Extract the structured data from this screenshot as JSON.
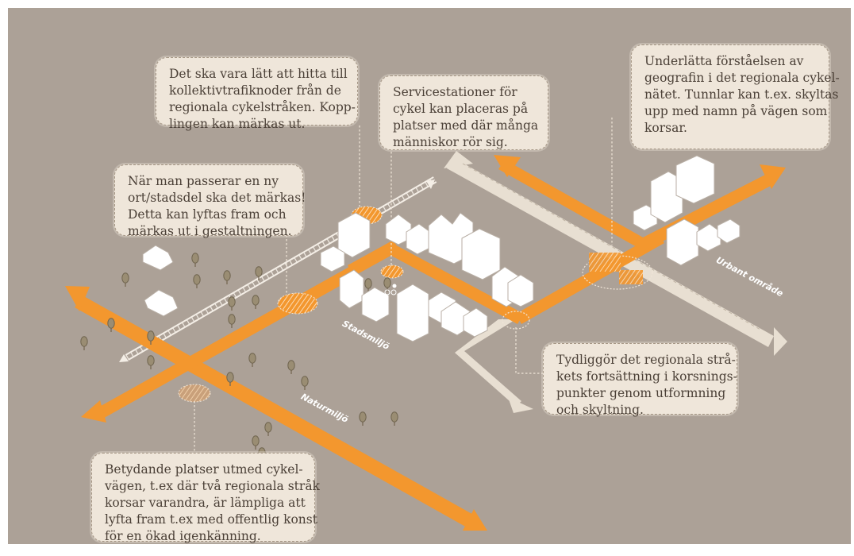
{
  "colors": {
    "background": "#aca197",
    "route": "#f3972e",
    "secondary_route": "#e8dfd2",
    "railway": "#f4eee6",
    "building": "#ffffff",
    "tree": "#8c7f66",
    "callout_fill": "#efe6da",
    "callout_text": "#4b4037"
  },
  "icons": [
    "tree-icon",
    "building-icon",
    "cyclist-icon",
    "arrowhead-icon"
  ],
  "callouts": {
    "kollektivtrafik": [
      "Det ska vara lätt att hitta till",
      "kollektivtrafiknoder från de",
      "regionala cykelstråken. Kopp-",
      "lingen kan märkas ut."
    ],
    "servicestationer": [
      "Servicestationer för",
      "cykel kan placeras på",
      "platser med där många",
      "människor rör sig."
    ],
    "geografi": [
      "Underlätta förståelsen av",
      "geografin i det regionala cykel-",
      "nätet. Tunnlar kan t.ex. skyltas",
      "upp med namn på vägen som",
      "korsar."
    ],
    "ny_ort": [
      "När man passerar en ny",
      "ort/stadsdel ska det märkas!",
      "Detta kan lyftas fram och",
      "märkas ut i gestaltningen."
    ],
    "fortsattning": [
      "Tydliggör det regionala strå-",
      "kets fortsättning i korsnings-",
      "punkter genom utformning",
      "och skyltning."
    ],
    "platser": [
      "Betydande platser utmed cykel-",
      "vägen, t.ex där två regionala stråk",
      "korsar varandra, är lämpliga att",
      "lyfta fram t.ex med offentlig konst",
      "för en ökad igenkänning."
    ]
  },
  "zones": {
    "natur": "Naturmiljö",
    "stad": "Stadsmiljö",
    "urbant": "Urbant område"
  }
}
